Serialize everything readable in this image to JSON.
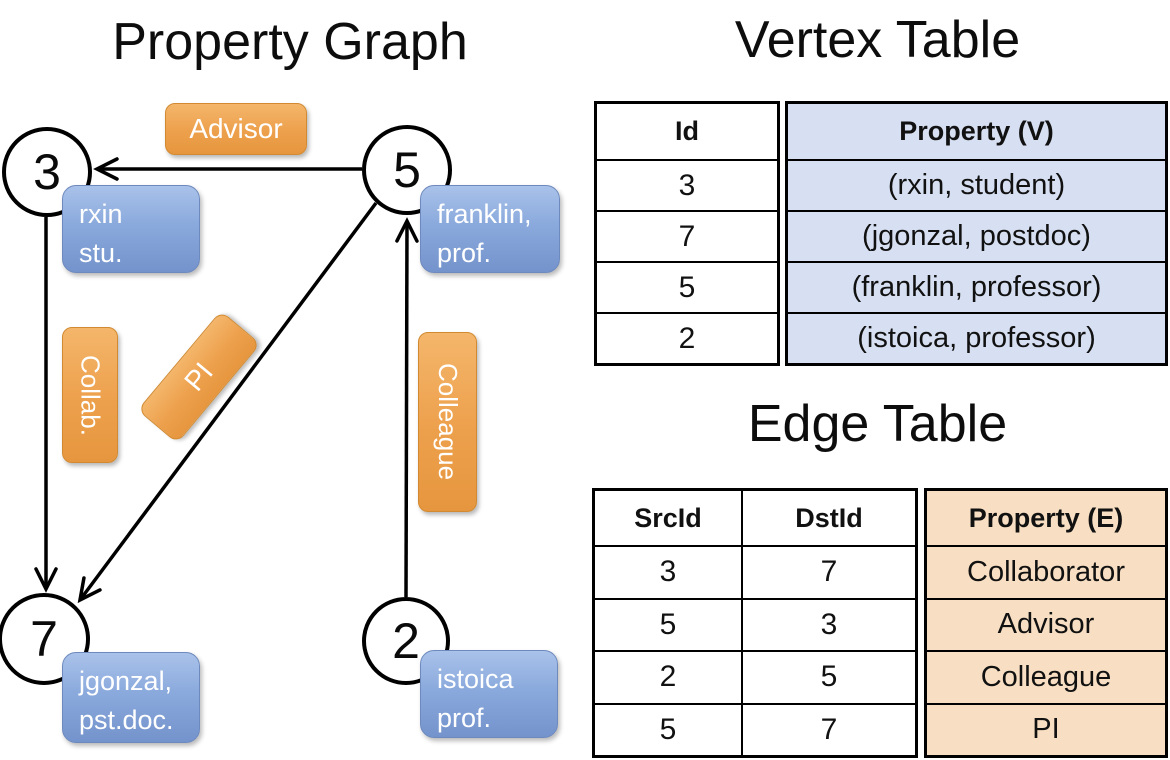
{
  "graph": {
    "title": "Property Graph",
    "nodes": [
      {
        "id": "3",
        "label_line1": "rxin",
        "label_line2": "stu."
      },
      {
        "id": "5",
        "label_line1": "franklin,",
        "label_line2": "prof."
      },
      {
        "id": "7",
        "label_line1": "jgonzal,",
        "label_line2": "pst.doc."
      },
      {
        "id": "2",
        "label_line1": "istoica",
        "label_line2": "prof."
      }
    ],
    "edge_labels": {
      "advisor": "Advisor",
      "collab": "Collab.",
      "pi": "PI",
      "colleague": "Colleague"
    }
  },
  "vertex_table": {
    "title": "Vertex Table",
    "columns": [
      "Id",
      "Property (V)"
    ],
    "rows": [
      {
        "id": "3",
        "property": "(rxin, student)"
      },
      {
        "id": "7",
        "property": "(jgonzal, postdoc)"
      },
      {
        "id": "5",
        "property": "(franklin, professor)"
      },
      {
        "id": "2",
        "property": "(istoica, professor)"
      }
    ]
  },
  "edge_table": {
    "title": "Edge Table",
    "columns": [
      "SrcId",
      "DstId",
      "Property (E)"
    ],
    "rows": [
      {
        "src": "3",
        "dst": "7",
        "property": "Collaborator"
      },
      {
        "src": "5",
        "dst": "3",
        "property": "Advisor"
      },
      {
        "src": "2",
        "dst": "5",
        "property": "Colleague"
      },
      {
        "src": "5",
        "dst": "7",
        "property": "PI"
      }
    ]
  },
  "colors": {
    "edge_label_orange_top": "#f4b66b",
    "edge_label_orange_bottom": "#e6963e",
    "vertex_label_blue_top": "#a9c2ea",
    "vertex_label_blue_bottom": "#7493cc",
    "vertex_table_fill": "#d7e0f2",
    "edge_table_fill": "#f8dfc3",
    "line_color": "#000000"
  }
}
